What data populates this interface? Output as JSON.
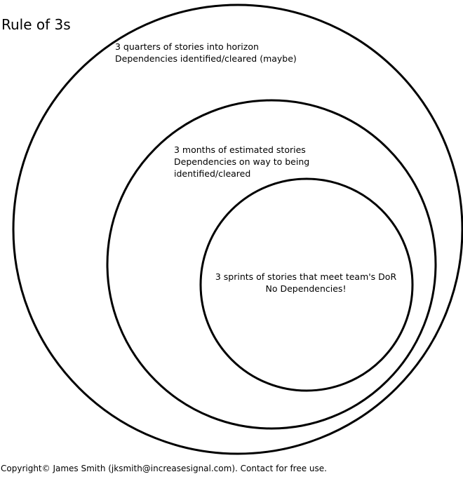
{
  "title": "Rule of 3s",
  "circles": {
    "outer": {
      "lines": [
        "3 quarters of stories into horizon",
        "Dependencies identified/cleared (maybe)"
      ]
    },
    "middle": {
      "lines": [
        "3 months of estimated stories",
        "Dependencies on way to being",
        "identified/cleared"
      ]
    },
    "inner": {
      "lines": [
        "3 sprints of stories that meet team's DoR",
        "No Dependencies!"
      ]
    }
  },
  "footer": "Copyright© James Smith (jksmith@increasesignal.com). Contact for free use.",
  "colors": {
    "stroke": "#000000",
    "background": "#ffffff"
  }
}
